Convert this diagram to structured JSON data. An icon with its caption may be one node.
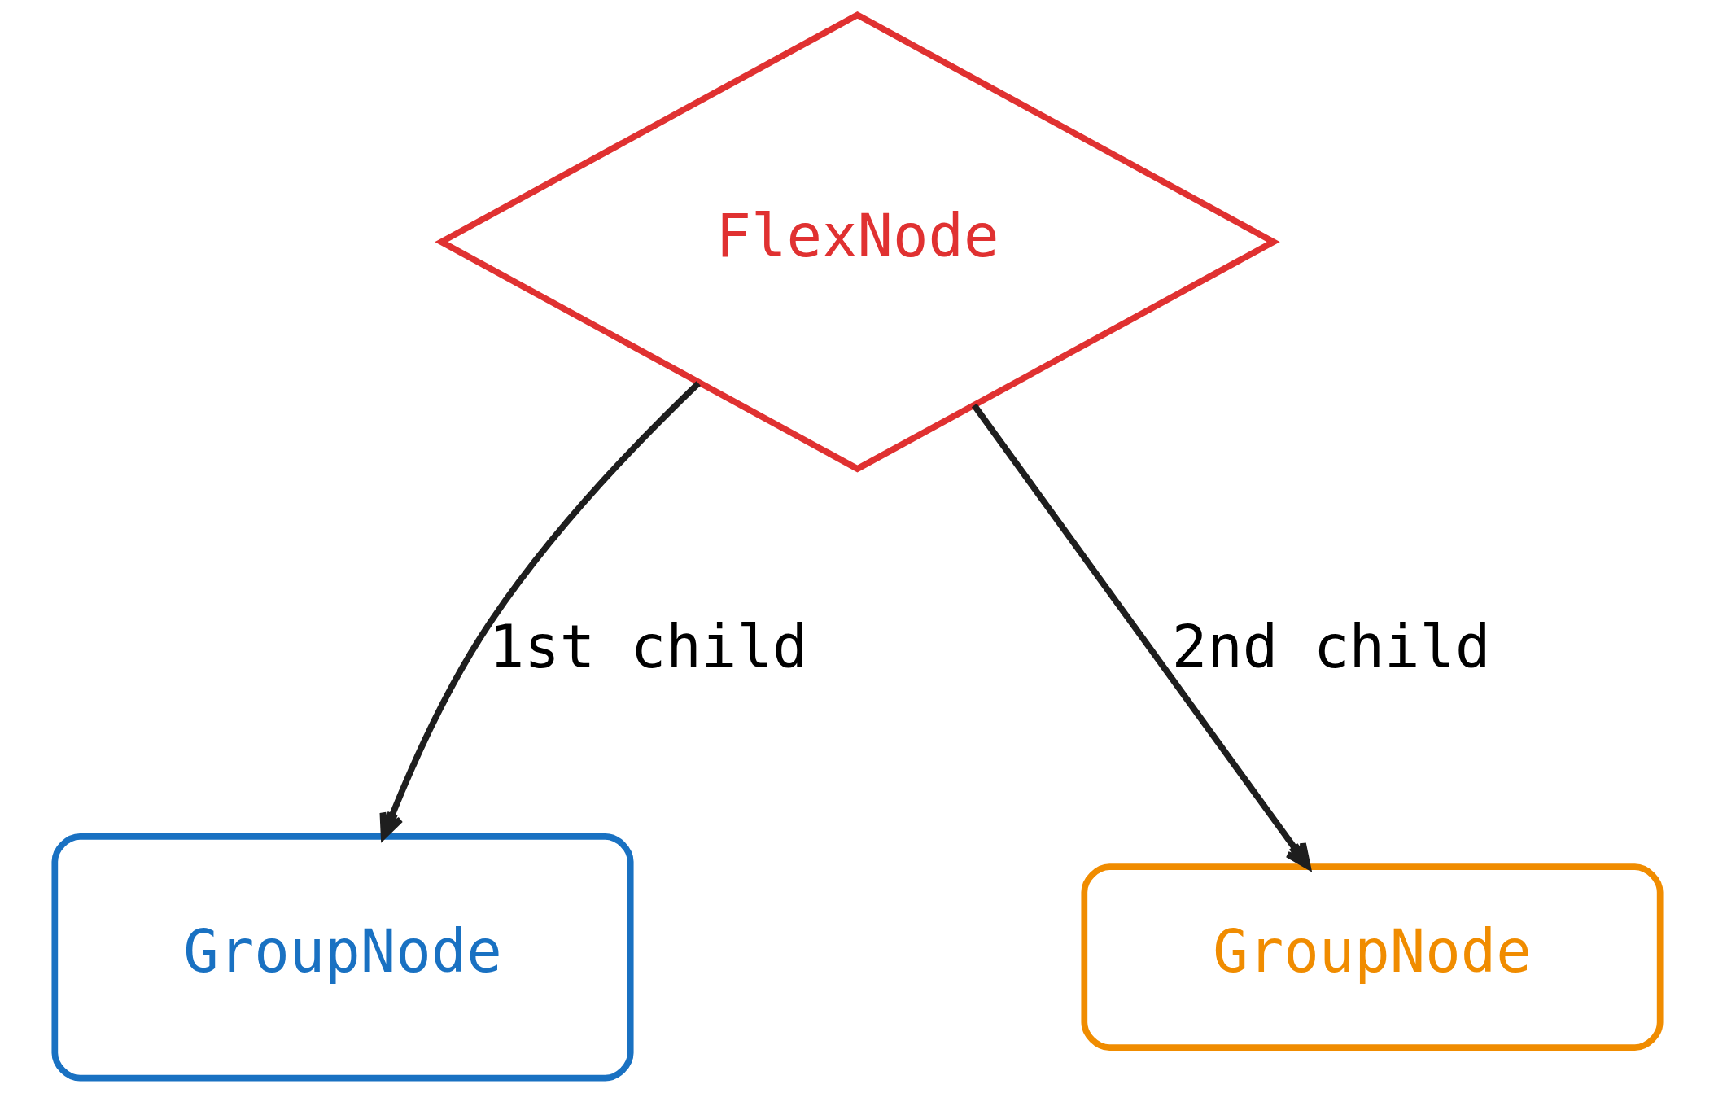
{
  "diagram": {
    "nodes": [
      {
        "text": [
          "FlexNode"
        ]
      },
      {
        "text": [
          "GroupNode"
        ]
      },
      {
        "text": [
          "GroupNode"
        ]
      }
    ],
    "edges": [
      {
        "from": 0,
        "to": 1,
        "arrow": "to",
        "label": "1st child"
      },
      {
        "from": 0,
        "to": 2,
        "arrow": "to",
        "label": "2nd child"
      }
    ]
  }
}
